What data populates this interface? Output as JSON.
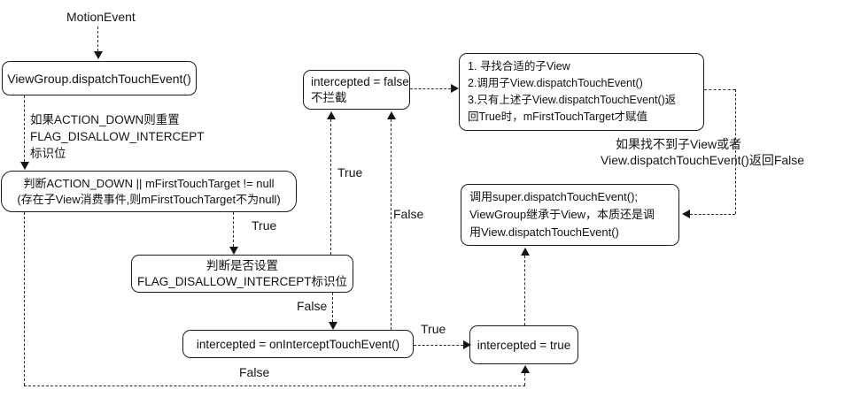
{
  "colors": {
    "stroke": "#1c1c1c",
    "background": "#ffffff",
    "text": "#111111"
  },
  "diagram": {
    "nodes": {
      "viewgroup_dispatch": {
        "lines": [
          "ViewGroup.dispatchTouchEvent()"
        ]
      },
      "check_action_down": {
        "lines": [
          "判断ACTION_DOWN || mFirstTouchTarget != null",
          "(存在子View消费事件,则mFirstTouchTarget不为null)"
        ]
      },
      "check_flag": {
        "lines": [
          "判断是否设置",
          "FLAG_DISALLOW_INTERCEPT标识位"
        ]
      },
      "on_intercept": {
        "lines": [
          "intercepted = onInterceptTouchEvent()"
        ]
      },
      "intercepted_true": {
        "lines": [
          "intercepted = true"
        ]
      },
      "intercepted_false": {
        "lines": [
          "intercepted = false",
          "不拦截"
        ]
      },
      "find_child": {
        "lines": [
          "1. 寻找合适的子View",
          "2.调用子View.dispatchTouchEvent()",
          "3.只有上述子View.dispatchTouchEvent()返",
          "回True时，mFirstTouchTarget才赋值"
        ]
      },
      "super_dispatch": {
        "lines": [
          "调用super.dispatchTouchEvent();",
          "ViewGroup继承于View，本质还是调",
          "用View.dispatchTouchEvent()"
        ]
      }
    },
    "labels": {
      "motion_event": "MotionEvent",
      "reset_note": {
        "lines": [
          "如果ACTION_DOWN则重置",
          "FLAG_DISALLOW_INTERCEPT",
          "标识位"
        ]
      },
      "true_to_check_flag": "True",
      "false_to_on_intercept": "False",
      "true_to_not_intercept": "True",
      "false_to_not_intercept": "False",
      "true_to_intercepted_true": "True",
      "false_bottom": "False",
      "no_child_note": {
        "lines": [
          "如果找不到子View或者",
          "View.dispatchTouchEvent()返回False"
        ]
      }
    }
  }
}
